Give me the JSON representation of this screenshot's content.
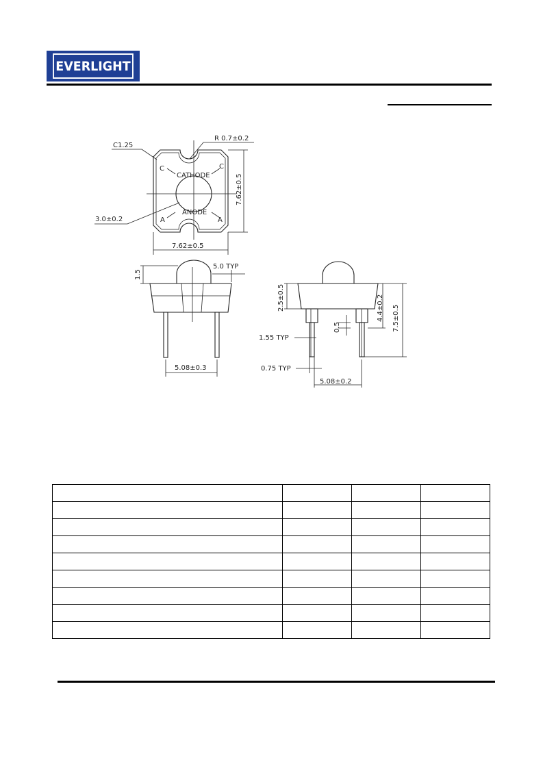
{
  "header": {
    "logo_text": "EVERLIGHT",
    "brand_color": "#1f3f95"
  },
  "drawing": {
    "top_view": {
      "chamfer_label": "C1.25",
      "notch_radius_label": "R 0.7±0.2",
      "dome_diameter_label": "3.0±0.2",
      "height_dim_label": "7.62±0.5",
      "width_dim_label": "7.62±0.5",
      "cathode_label": "CATHODE",
      "anode_label": "ANODE",
      "cathode_marker": "C",
      "anode_marker": "A"
    },
    "front_view": {
      "dome_height_label": "1.5",
      "angle_label": "5.0 TYP",
      "lead_spacing_label": "5.08±0.3"
    },
    "side_view": {
      "body_height_label": "2.5±0.5",
      "standoff_label": "0.5",
      "lead_width_label": "1.55 TYP",
      "lead_thickness_label": "0.75 TYP",
      "lead_spacing_label": "5.08±0.2",
      "height_a_label": "4.4±0.2",
      "height_b_label": "7.5±0.5"
    }
  },
  "table": {
    "rows": 9,
    "columns": 4
  }
}
